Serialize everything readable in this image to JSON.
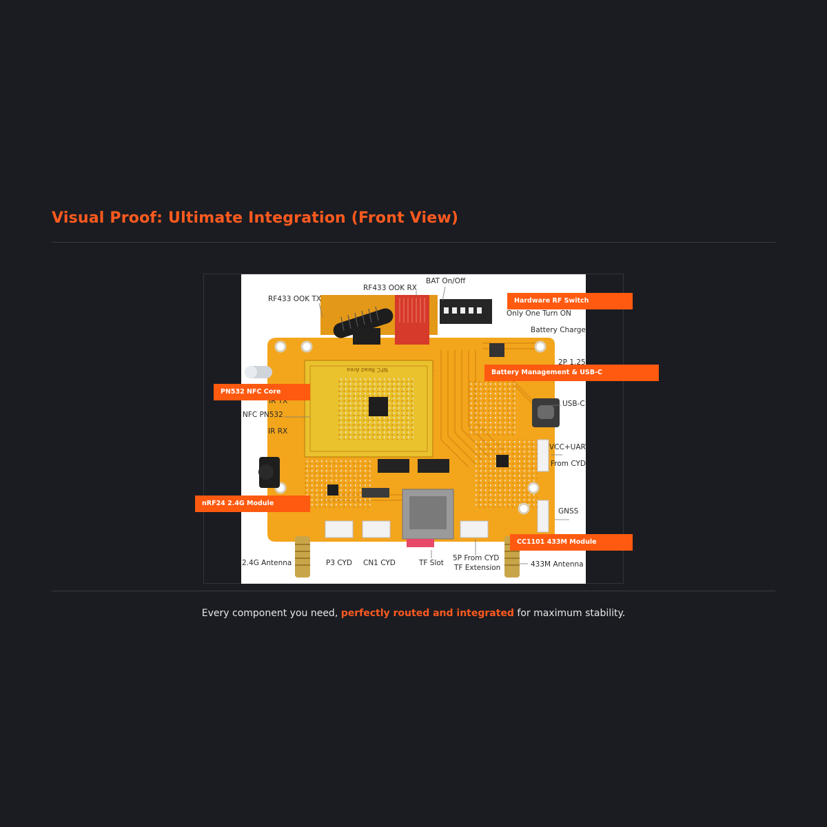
{
  "header": {
    "title": "Visual Proof: Ultimate Integration (Front View)"
  },
  "board": {
    "silkscreen": "NFC Read Area",
    "labels": {
      "rf433_ook_tx": "RF433 OOK TX",
      "rf433_ook_rx": "RF433 OOK RX",
      "bat_on_off": "BAT On/Off",
      "only_one_turn_on": "Only One Turn ON",
      "battery_charger": "Battery Charger",
      "two_p_125": "2P 1.25",
      "ir_tx": "IR TX",
      "nfc_pn532": "NFC PN532",
      "ir_rx": "IR RX",
      "usb_c": "USB-C",
      "vcc_uart": "VCC+UART",
      "from_cyd": "From CYD",
      "gnss": "GNSS",
      "antenna_24g": "2.4G Antenna",
      "p3_cyd": "P3 CYD",
      "cn1_cyd": "CN1 CYD",
      "tf_slot": "TF Slot",
      "five_p_from_cyd": "5P From CYD",
      "tf_extension": "TF Extension",
      "antenna_433m": "433M Antenna"
    },
    "tags": {
      "hardware_rf_switch": "Hardware RF Switch",
      "battery_management": "Battery Management & USB-C",
      "pn532_nfc_core": "PN532 NFC Core",
      "nrf24_module": "nRF24 2.4G Module",
      "cc1101_module": "CC1101 433M Module"
    }
  },
  "caption": {
    "before": "Every component you need, ",
    "highlight": "perfectly routed and integrated",
    "after": " for maximum stability."
  },
  "colors": {
    "background": "#1b1c21",
    "accent": "#ff5a1f",
    "tag": "#ff5a10",
    "pcb": "#f3a51c"
  }
}
